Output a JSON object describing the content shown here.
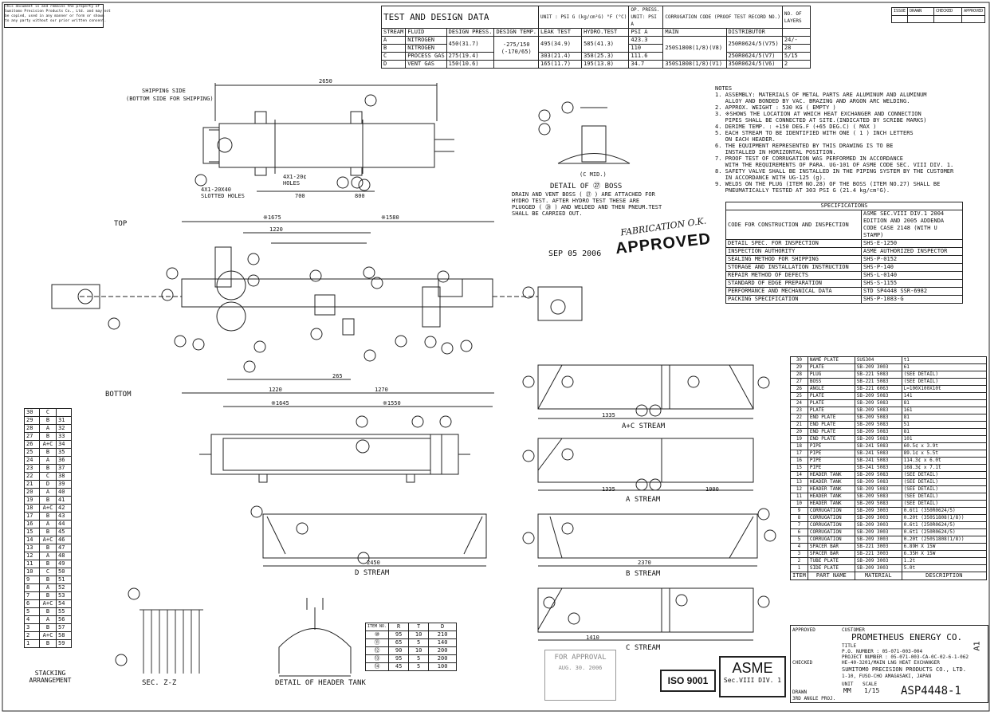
{
  "disclaimer": [
    "This document is and remains the property of",
    "Sumitomo Precision Products Co., Ltd. and may not",
    "be copied, used in any manner or form or shown",
    "to any party without our prior written consent."
  ],
  "test_table": {
    "title": "TEST AND DESIGN DATA",
    "unit_label": "UNIT : PSI G (kg/cm²G) °F (°C)",
    "op_press": "OP. PRESS. UNIT: PSI A",
    "corr_code": "CORRUGATION CODE (PROOF TEST RECORD NO.)",
    "headers": [
      "STREAM",
      "FLUID",
      "DESIGN PRESS.",
      "DESIGN TEMP.",
      "LEAK TEST",
      "HYDRO.TEST",
      "PSI A",
      "MAIN",
      "DISTRIBUTOR",
      "NO. OF LAYERS"
    ],
    "rows": [
      [
        "A",
        "NITROGEN",
        "450(31.7)",
        "-275/150 (-170/65)",
        "495(34.9)",
        "585(41.3)",
        "423.3",
        "250S1808(1/8)(V8)",
        "250R0624/5(V75)",
        "24/-"
      ],
      [
        "B",
        "NITROGEN",
        "",
        "",
        "",
        "",
        "110",
        "",
        "",
        "28"
      ],
      [
        "C",
        "PROCESS GAS",
        "275(19.4)",
        "",
        "303(21.4)",
        "358(25.3)",
        "111.6",
        "",
        "250R0624/5(V7)",
        "5/15"
      ],
      [
        "D",
        "VENT GAS",
        "150(10.6)",
        "",
        "165(11.7)",
        "195(13.8)",
        "34.7",
        "350S1808(1/8)(V1)",
        "350R0624/5(V6)",
        "2"
      ]
    ]
  },
  "revision": [
    "ISSUE",
    "DRAWN",
    "CHECKED",
    "APPROVED"
  ],
  "notes": {
    "title": "NOTES",
    "items": [
      "1. ASSEMBLY: MATERIALS OF METAL PARTS ARE ALUMINUM AND ALUMINUM",
      "   ALLOY AND BONDED BY VAC. BRAZING AND ARGON ARC WELDING.",
      "2. APPROX. WEIGHT : 530 KG ( EMPTY )",
      "3. ※SHOWS THE LOCATION AT WHICH HEAT EXCHANGER AND CONNECTION",
      "   PIPES SHALL BE CONNECTED AT SITE.(INDICATED BY SCRIBE MARKS)",
      "4. DERIME TEMP. : +150 DEG.F (+65 DEG.C) ( MAX )",
      "5. EACH STREAM TO BE IDENTIFIED WITH ONE ( 1 ) INCH LETTERS",
      "   ON EACH HEADER.",
      "6. THE EQUIPMENT REPRESENTED BY THIS DRAWING IS TO BE",
      "   INSTALLED IN HORIZONTAL POSITION.",
      "7. PROOF TEST OF CORRUGATION WAS PERFORMED IN ACCORDANCE",
      "   WITH THE REQUIREMENTS OF PARA. UG-101 OF ASME CODE SEC. VIII DIV. 1.",
      "8. SAFETY VALVE SHALL BE INSTALLED IN THE PIPING SYSTEM BY THE CUSTOMER",
      "   IN ACCORDANCE WITH UG-125 (g).",
      "9. WELDS ON THE PLUG (ITEM NO.28) OF THE BOSS (ITEM NO.27) SHALL BE",
      "   PNEUMATICALLY TESTED AT 303 PSI G (21.4 kg/cm²G)."
    ]
  },
  "specs": {
    "title": "SPECIFICATIONS",
    "rows": [
      [
        "CODE FOR CONSTRUCTION AND INSPECTION",
        "ASME SEC.VIII DIV.1 2004 EDITION AND 2005 ADDENDA CODE CASE 2148 (WITH U STAMP)"
      ],
      [
        "DETAIL SPEC. FOR INSPECTION",
        "SHS-E-1250"
      ],
      [
        "INSPECTION AUTHORITY",
        "ASME AUTHORIZED INSPECTOR"
      ],
      [
        "SEALING METHOD FOR SHIPPING",
        "SHS-P-0152"
      ],
      [
        "STORAGE AND INSTALLATION INSTRUCTION",
        "SHS-P-140"
      ],
      [
        "REPAIR METHOD OF DEFECTS",
        "SHS-L-0140"
      ],
      [
        "STANDARD OF EDGE PREPARATION",
        "SHS-S-1155"
      ],
      [
        "PERFORMANCE AND MECHANICAL DATA",
        "STD SP4448  SSR-6982"
      ],
      [
        "PACKING SPECIFICATION",
        "SHS-P-1083-G"
      ]
    ]
  },
  "stamps": {
    "fabrication": "FABRICATION O.K.",
    "approved": "APPROVED",
    "date": "SEP 05 2006",
    "iso": "ISO 9001",
    "asme": "ASME",
    "asme_sub": "Sec.VIII DIV. 1",
    "for_approval": "FOR APPROVAL",
    "approval_date": "AUG. 30. 2006"
  },
  "drawing_labels": {
    "shipping_side": "SHIPPING SIDE",
    "shipping_note": "(BOTTOM SIDE FOR SHIPPING)",
    "top": "TOP",
    "bottom": "BOTTOM",
    "detail_boss": "DETAIL OF ㉗ BOSS",
    "boss_note": [
      "DRAIN AND VENT BOSS ( ㉗ ) ARE ATTACHED FOR",
      "HYDRO TEST. AFTER HYDRO TEST THESE ARE",
      "PLUGGED ( ㉘ ) AND WELDED AND THEN PNEUM.TEST",
      "SHALL BE CARRIED OUT."
    ],
    "c_mid": "(C MID.)",
    "slotted": "4X1-20X40 SLOTTED HOLES",
    "holes": "4X1-20¢ HOLES",
    "stream_ac": "A+C STREAM",
    "stream_a": "A STREAM",
    "stream_d": "D STREAM",
    "stream_b": "B STREAM",
    "stream_c": "C STREAM",
    "stacking": "STACKING ARRANGEMENT",
    "sec_zz": "SEC. Z-Z",
    "detail_header": "DETAIL OF HEADER TANK",
    "dim_2650": "2650",
    "dim_1675": "※1675",
    "dim_1580": "※1580",
    "dim_1645": "※1645",
    "dim_1550": "※1550",
    "dim_1220": "1220",
    "dim_1270": "1270",
    "dim_265": "265",
    "dim_700": "700",
    "dim_800": "800",
    "dim_1335": "1335",
    "dim_1000": "1000",
    "dim_2450": "2450",
    "dim_2370": "2370",
    "dim_1410": "1410"
  },
  "stacking": {
    "header": [
      "30",
      "C"
    ],
    "rows": [
      [
        "29",
        "B",
        "31"
      ],
      [
        "28",
        "A",
        "32"
      ],
      [
        "27",
        "B",
        "33"
      ],
      [
        "26",
        "A+C",
        "34"
      ],
      [
        "25",
        "B",
        "35"
      ],
      [
        "24",
        "A",
        "36"
      ],
      [
        "23",
        "B",
        "37"
      ],
      [
        "22",
        "C",
        "38"
      ],
      [
        "21",
        "D",
        "39"
      ],
      [
        "20",
        "A",
        "40"
      ],
      [
        "19",
        "B",
        "41"
      ],
      [
        "18",
        "A+C",
        "42"
      ],
      [
        "17",
        "B",
        "43"
      ],
      [
        "16",
        "A",
        "44"
      ],
      [
        "15",
        "B",
        "45"
      ],
      [
        "14",
        "A+C",
        "46"
      ],
      [
        "13",
        "B",
        "47"
      ],
      [
        "12",
        "A",
        "48"
      ],
      [
        "11",
        "B",
        "49"
      ],
      [
        "10",
        "C",
        "50"
      ],
      [
        "9",
        "B",
        "51"
      ],
      [
        "8",
        "A",
        "52"
      ],
      [
        "7",
        "B",
        "53"
      ],
      [
        "6",
        "A+C",
        "54"
      ],
      [
        "5",
        "B",
        "55"
      ],
      [
        "4",
        "A",
        "56"
      ],
      [
        "3",
        "B",
        "57"
      ],
      [
        "2",
        "A+C",
        "58"
      ],
      [
        "1",
        "B",
        "59"
      ]
    ]
  },
  "header_tank": {
    "headers": [
      "ITEM NO.",
      "R",
      "T",
      "D"
    ],
    "rows": [
      [
        "⑩",
        "95",
        "10",
        "210"
      ],
      [
        "⑪",
        "65",
        "5",
        "140"
      ],
      [
        "⑫",
        "90",
        "10",
        "200"
      ],
      [
        "⑬",
        "95",
        "5",
        "200"
      ],
      [
        "⑭",
        "45",
        "5",
        "100"
      ]
    ]
  },
  "parts": {
    "headers": [
      "ITEM",
      "PART NAME",
      "MATERIAL",
      "DESCRIPTION"
    ],
    "rows": [
      [
        "30",
        "NAME PLATE",
        "SUS304",
        "t1"
      ],
      [
        "29",
        "PLATE",
        "SB-209 3003",
        "61"
      ],
      [
        "28",
        "PLUG",
        "SB-221 5083",
        "(SEE DETAIL)"
      ],
      [
        "27",
        "BOSS",
        "SB-221 5083",
        "(SEE DETAIL)"
      ],
      [
        "26",
        "ANGLE",
        "SB-221 6063",
        "L=100X100X10t"
      ],
      [
        "25",
        "PLATE",
        "SB-209 5083",
        "141"
      ],
      [
        "24",
        "PLATE",
        "SB-209 5083",
        "81"
      ],
      [
        "23",
        "PLATE",
        "SB-209 5083",
        "161"
      ],
      [
        "22",
        "END PLATE",
        "SB-209 5083",
        "81"
      ],
      [
        "21",
        "END PLATE",
        "SB-209 5083",
        "51"
      ],
      [
        "20",
        "END PLATE",
        "SB-209 5083",
        "81"
      ],
      [
        "19",
        "END PLATE",
        "SB-209 5083",
        "101"
      ],
      [
        "18",
        "PIPE",
        "SB-241 5083",
        "60.5¢ x 3.9t"
      ],
      [
        "17",
        "PIPE",
        "SB-241 5083",
        "89.1¢ x 5.5t"
      ],
      [
        "16",
        "PIPE",
        "SB-241 5083",
        "114.3¢ x 6.0t"
      ],
      [
        "15",
        "PIPE",
        "SB-241 5083",
        "168.3¢ x 7.1t"
      ],
      [
        "14",
        "HEADER TANK",
        "SB-209 5083",
        "(SEE DETAIL)"
      ],
      [
        "13",
        "HEADER TANK",
        "SB-209 5083",
        "(SEE DETAIL)"
      ],
      [
        "12",
        "HEADER TANK",
        "SB-209 5083",
        "(SEE DETAIL)"
      ],
      [
        "11",
        "HEADER TANK",
        "SB-209 5083",
        "(SEE DETAIL)"
      ],
      [
        "10",
        "HEADER TANK",
        "SB-209 5083",
        "(SEE DETAIL)"
      ],
      [
        "9",
        "CORRUGATION",
        "SB-209 3003",
        "0.6t1 (350R0624/5)"
      ],
      [
        "8",
        "CORRUGATION",
        "SB-209 3003",
        "0.20t (350S1808(1/8))"
      ],
      [
        "7",
        "CORRUGATION",
        "SB-209 3003",
        "0.6t1 (250R0624/5)"
      ],
      [
        "6",
        "CORRUGATION",
        "SB-209 3003",
        "0.6t1 (250R0624/5)"
      ],
      [
        "5",
        "CORRUGATION",
        "SB-209 3003",
        "0.20t (250S1808(1/8))"
      ],
      [
        "4",
        "SPACER BAR",
        "SB-221 3003",
        "6.89H X 15W"
      ],
      [
        "3",
        "SPACER BAR",
        "SB-221 3003",
        "6.35H X 15W"
      ],
      [
        "2",
        "TUBE PLATE",
        "SB-209 3003",
        "1.2t"
      ],
      [
        "1",
        "SIDE PLATE",
        "SB-209 3003",
        "5.0t"
      ]
    ]
  },
  "title_block": {
    "approved": "APPROVED",
    "customer_label": "CUSTOMER",
    "customer": "PROMETHEUS ENERGY CO.",
    "title_label": "TITLE",
    "po": "P.O. NUMBER  : 05-071-003-004",
    "project": "PROJECT NUMBER : 05-071-003-CA-0C-02-6-1-062",
    "desc": "HE-40-3201/MAIN LNG HEAT EXCHANGER",
    "checked": "CHECKED",
    "company": "SUMITOMO PRECISION PRODUCTS CO., LTD.",
    "address": "1-10, FUSO-CHO AMAGASAKI, JAPAN",
    "unit": "UNIT",
    "unit_val": "MM",
    "scale": "SCALE",
    "scale_val": "1/15",
    "drawn": "DRAWN",
    "proj": "3RD ANGLE PROJ.",
    "dwg_no": "ASP4448-1",
    "size": "A1"
  }
}
